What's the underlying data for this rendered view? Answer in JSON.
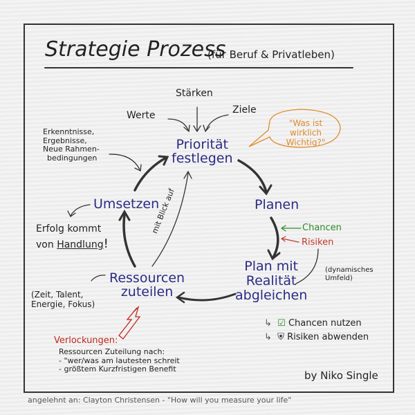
{
  "title": "Strategie Prozess",
  "subtitle": "(für Beruf & Privatleben)",
  "inputs": {
    "staerken": "Stärken",
    "werte": "Werte",
    "ziele": "Ziele"
  },
  "question": "\"Was ist wirklich Wichtig?\"",
  "nodes": {
    "prioritaet": [
      "Priorität",
      "festlegen"
    ],
    "planen": "Planen",
    "abgleichen": [
      "Plan mit",
      "Realität",
      "abgleichen"
    ],
    "ressourcen": [
      "Ressourcen",
      "zuteilen"
    ],
    "umsetzen": "Umsetzen"
  },
  "feedback": [
    "Erkenntnisse,",
    "Ergebnisse,",
    "Neue Rahmen-",
    "bedingungen"
  ],
  "erfolg": {
    "line1": "Erfolg kommt",
    "line2_prefix": "von",
    "line2_emph": "Handlung",
    "line2_suffix": "!"
  },
  "blick": "mit Blick auf",
  "chancen": "Chancen",
  "risiken": "Risiken",
  "umfeld": [
    "(dynamisches",
    "Umfeld)"
  ],
  "outcomes": [
    "Chancen nutzen",
    "Risiken abwenden"
  ],
  "resources": [
    "(Zeit, Talent,",
    "Energie, Fokus)"
  ],
  "verlockungen": {
    "title": "Verlockungen:",
    "intro": "Ressourcen Zuteilung nach:",
    "items": [
      "- \"wer/was am lautesten schreit",
      "- größtem Kurzfristigen Benefit"
    ]
  },
  "author": "by Niko Single",
  "footer": "angelehnt an: Clayton Christensen - \"How will you measure your life\"",
  "colors": {
    "node": "#2b2b85",
    "question": "#e08a2a",
    "chancen": "#2a8a2a",
    "risiken": "#c0392b",
    "verlockungen": "#c0281e"
  }
}
